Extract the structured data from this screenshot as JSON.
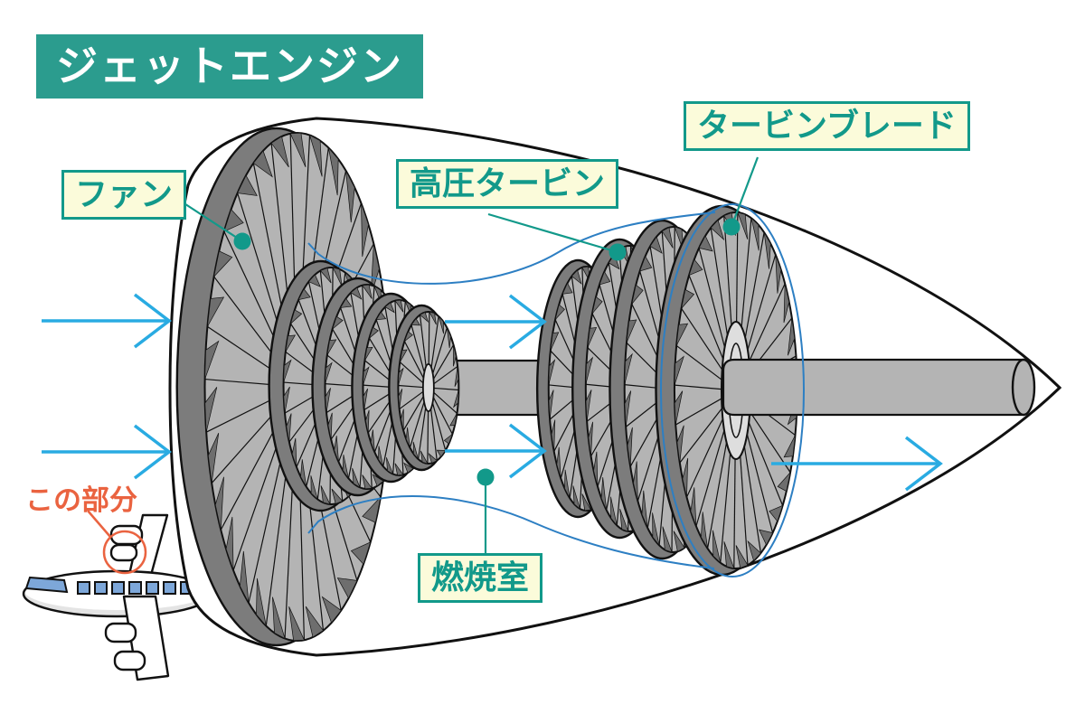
{
  "title": "ジェットエンジン",
  "labels": {
    "fan": "ファン",
    "high_pressure_turbine": "高圧タービン",
    "turbine_blade": "タービンブレード",
    "combustion_chamber": "燃焼室",
    "this_part": "この部分"
  },
  "icons": {
    "airflow_arrow": "open chevron right-arrow →",
    "pointer_dot": "filled teal circle",
    "highlight_circle": "orange ring around airplane engine"
  },
  "colors": {
    "teal_banner": "#2b9c8e",
    "teal_text": "#12998a",
    "callout_bg": "#fbfbda",
    "arrow_blue": "#29abe2",
    "flow_line_blue": "#2d7fc3",
    "highlight_orange": "#ea6340",
    "ink": "#111111",
    "disk_face": "#b4b4b4",
    "disk_rim": "#7c7c7c",
    "disk_tooth": "#6e6e6e",
    "disk_hub": "#dedede",
    "shaft_gray": "#b4b4b4",
    "window_blue": "#7da7d9",
    "belly_gray": "#e4e4e4"
  }
}
